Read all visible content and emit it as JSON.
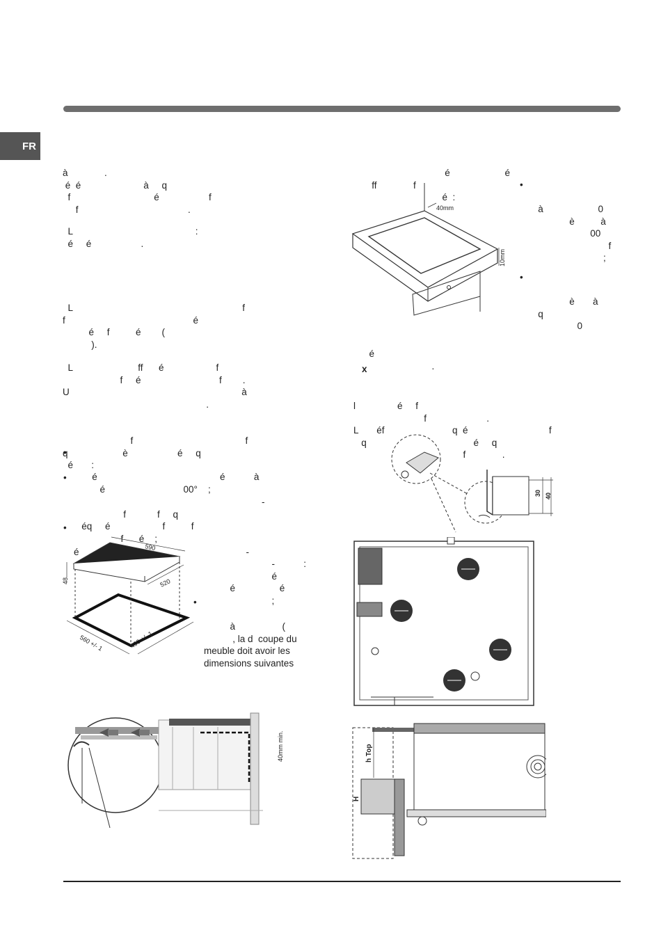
{
  "lang_tab": "FR",
  "left_column": {
    "p1": [
      "à              .",
      " é  é                        à     q",
      "  f                                é                   f",
      "     f                                          ."
    ],
    "p2": [
      "  L                                               :",
      "",
      "  é     é                   ."
    ],
    "p3": [
      "  L                                                                 f",
      "f                                                 é",
      "          é     f          é        (",
      "           )."
    ],
    "p4": [
      "  L                         ff      é                    f",
      "                      f     é                              f        .",
      "U                                                                  à",
      "                                                       ."
    ],
    "p5": [
      "                          f                                           f",
      "q                     è                   é     q",
      "  é       :"
    ],
    "bullets": [
      [
        "       é                                               é           à",
        "          é                              00°    ;"
      ],
      [
        "                                                                        -",
        "                   f            f     q",
        "   éq     é                    f          f",
        "                  f      é    ;"
      ],
      [
        "é                                                                -"
      ]
    ],
    "side_text": [
      "                          -           :",
      "                          é",
      "          é                 é",
      "",
      "                          ;"
    ],
    "side_bullet": [
      "",
      "          à                  (",
      "           , la d  coupe du",
      "meuble doit avoir les",
      "dimensions suivantes"
    ]
  },
  "right_column": {
    "p1": [
      "                                   é                     é",
      "       ff              f",
      "                                  é  :"
    ],
    "bullets": [
      [
        "   à                     0",
        "",
        "               è          à",
        "                       00",
        "",
        "                              f",
        "                            ;"
      ],
      [
        "               è       à",
        "   q",
        "                  0"
      ]
    ],
    "p2": [
      "      é",
      "",
      "                              ."
    ],
    "heading": "x",
    "p3": [
      "l                é     f",
      "                           f                       .",
      "L       éf                          q  é                               f",
      "   q                  é                     é     q",
      "                       q                 f              ."
    ]
  },
  "figures": {
    "countertop": {
      "label_40mm": "40mm",
      "label_10mm": "10mm"
    },
    "hob_dims": {
      "w": "590",
      "d": "520",
      "h": "48",
      "cut_w": "560 +/- 1",
      "cut_d": "490 +/- 1"
    },
    "installation": {
      "label_40mm_min": "40mm min."
    },
    "bracket": {
      "label_30": "30",
      "label_40": "40"
    },
    "section": {
      "label_h_top": "h Top",
      "label_h": "H"
    }
  }
}
